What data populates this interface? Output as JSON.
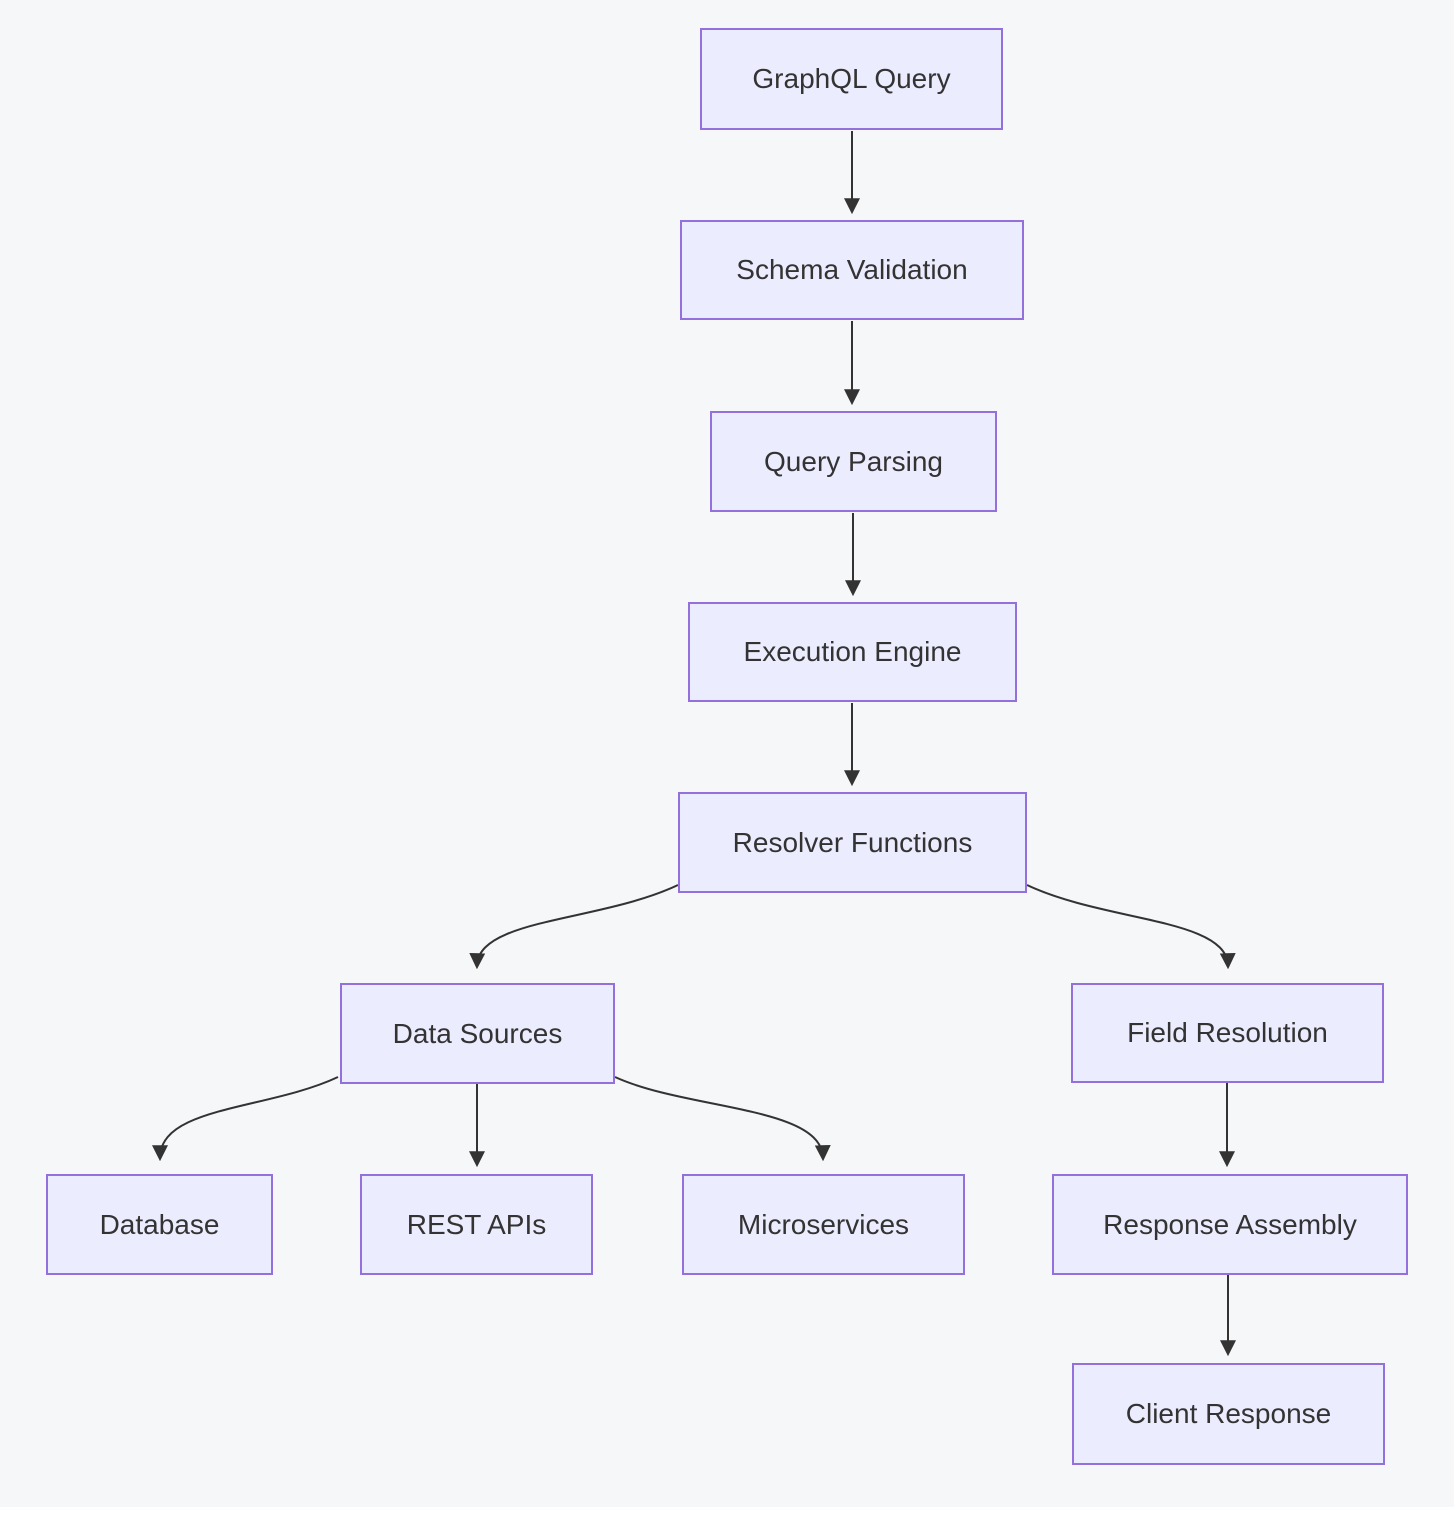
{
  "diagram": {
    "type": "flowchart",
    "direction": "top-down"
  },
  "nodes": {
    "graphql_query": "GraphQL Query",
    "schema_validation": "Schema Validation",
    "query_parsing": "Query Parsing",
    "execution_engine": "Execution Engine",
    "resolver_functions": "Resolver Functions",
    "data_sources": "Data Sources",
    "field_resolution": "Field Resolution",
    "database": "Database",
    "rest_apis": "REST APIs",
    "microservices": "Microservices",
    "response_assembly": "Response Assembly",
    "client_response": "Client Response"
  },
  "edges": [
    {
      "from": "GraphQL Query",
      "to": "Schema Validation"
    },
    {
      "from": "Schema Validation",
      "to": "Query Parsing"
    },
    {
      "from": "Query Parsing",
      "to": "Execution Engine"
    },
    {
      "from": "Execution Engine",
      "to": "Resolver Functions"
    },
    {
      "from": "Resolver Functions",
      "to": "Data Sources"
    },
    {
      "from": "Resolver Functions",
      "to": "Field Resolution"
    },
    {
      "from": "Data Sources",
      "to": "Database"
    },
    {
      "from": "Data Sources",
      "to": "REST APIs"
    },
    {
      "from": "Data Sources",
      "to": "Microservices"
    },
    {
      "from": "Field Resolution",
      "to": "Response Assembly"
    },
    {
      "from": "Response Assembly",
      "to": "Client Response"
    }
  ],
  "colors": {
    "canvas_bg": "#F6F7F9",
    "node_fill": "#ECECFF",
    "node_border": "#9370DB",
    "edge_color": "#333333",
    "text_color": "#333333"
  }
}
